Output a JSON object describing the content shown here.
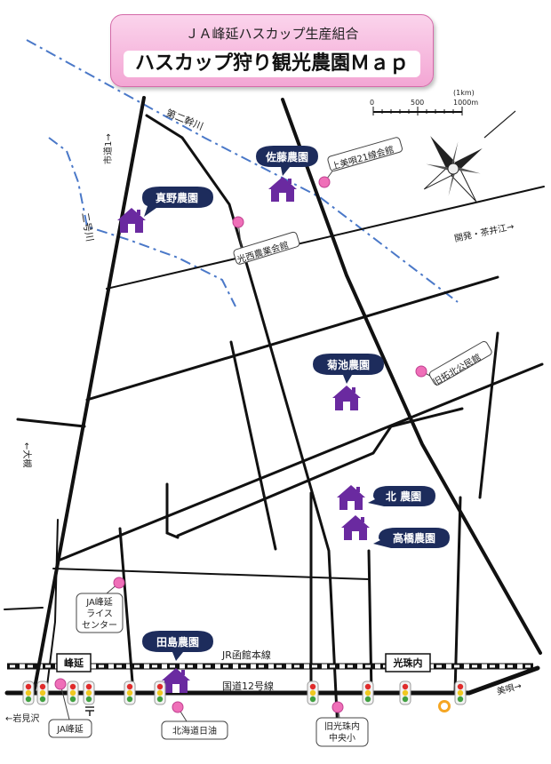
{
  "title": {
    "subtitle": "ＪＡ峰延ハスカップ生産組合",
    "main": "ハスカップ狩り観光農園Ｍａｐ"
  },
  "scale": {
    "unit": "(1km)",
    "ticks": [
      "0",
      "500",
      "1000m"
    ]
  },
  "rivers": {
    "dai2": "第二幹川",
    "gou2": "二号川"
  },
  "roads": {
    "r1": "市道1→",
    "kaihatsu": "開発・茶井江→",
    "oomuta": "←大槻",
    "iwamizawa": "←岩見沢",
    "bibai": "美唄→",
    "jr": "JR函館本線",
    "route12": "国道12号線"
  },
  "farms": [
    "真野農園",
    "佐藤農園",
    "菊池農園",
    "北 農園",
    "高橋農園",
    "田島農園"
  ],
  "landmarks": [
    "上美唄21線会館",
    "光西農業会館",
    "旧拓北公民館",
    "JA峰延\nライス\nセンター",
    "JA峰延",
    "北海道日油",
    "旧光珠内\n中央小"
  ],
  "stations": [
    "峰延",
    "光珠内"
  ],
  "colors": {
    "farm_pin": "#1d2c5c",
    "house": "#6a2aa0",
    "pink": "#ef6fb8",
    "river": "#4a78c8"
  }
}
